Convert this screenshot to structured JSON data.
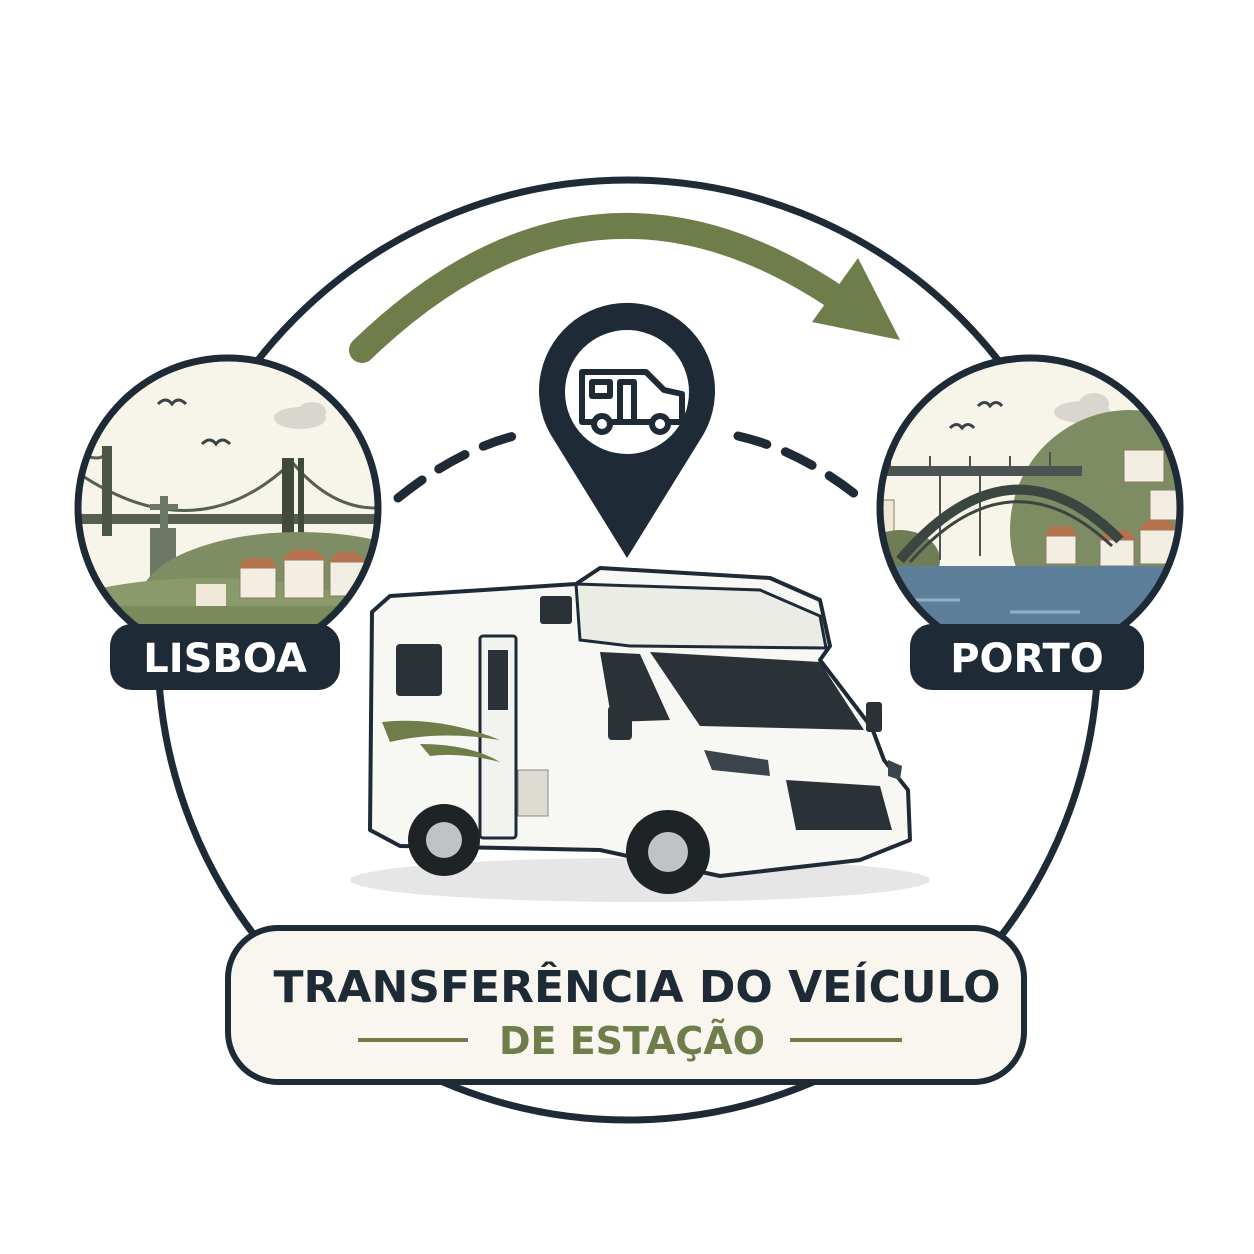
{
  "origin": {
    "label": "LISBOA"
  },
  "destination": {
    "label": "PORTO"
  },
  "banner": {
    "title": "TRANSFERÊNCIA DO VEÍCULO",
    "subtitle": "DE ESTAÇÃO"
  },
  "colors": {
    "navy": "#1e2a36",
    "olive": "#6f7d4b",
    "cream": "#f8f6ef",
    "white": "#ffffff",
    "water": "#5d7f99"
  },
  "icons": [
    "location-pin-icon",
    "campervan-icon",
    "route-arrow-icon",
    "bird-icon",
    "cloud-icon"
  ]
}
